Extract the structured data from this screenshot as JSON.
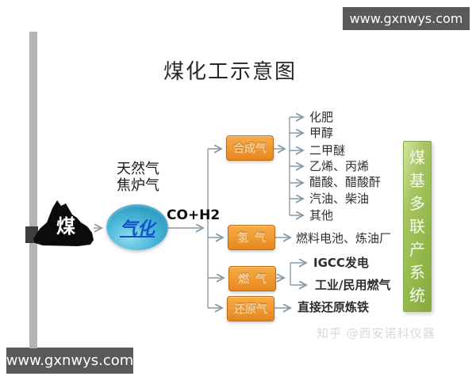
{
  "title": "煤化工示意图",
  "watermarks": {
    "top": "www.gxnwys.com",
    "bottom": "www.gxnwys.com"
  },
  "nodes": {
    "coal": "煤",
    "inputs_line1": "天然气",
    "inputs_line2": "焦炉气",
    "gasifier": "气化",
    "arrow_label": "CO+H2"
  },
  "branches": [
    {
      "label": "合成气",
      "products": [
        "化肥",
        "甲醇",
        "二甲醚",
        "乙烯、丙烯",
        "醋酸、醋酸酐",
        "汽油、柴油",
        "其他"
      ]
    },
    {
      "label": "氢气",
      "products": [
        "燃料电池、炼油厂"
      ]
    },
    {
      "label": "燃气",
      "products": [
        "IGCC发电",
        "工业/民用燃气"
      ]
    },
    {
      "label": "还原气",
      "products": [
        "直接还原炼铁"
      ]
    }
  ],
  "banner": "煤基多联产系统",
  "credit": "知乎 @西安诺科仪器",
  "colors": {
    "box_orange": "#ef9830",
    "box_border": "#bf6a14",
    "banner_green": "#93b84a",
    "ellipse_blue": "#49b6d9",
    "link_blue": "#1353c9",
    "bar_gray": "#58595a",
    "line_gray": "#8a9aa5"
  }
}
